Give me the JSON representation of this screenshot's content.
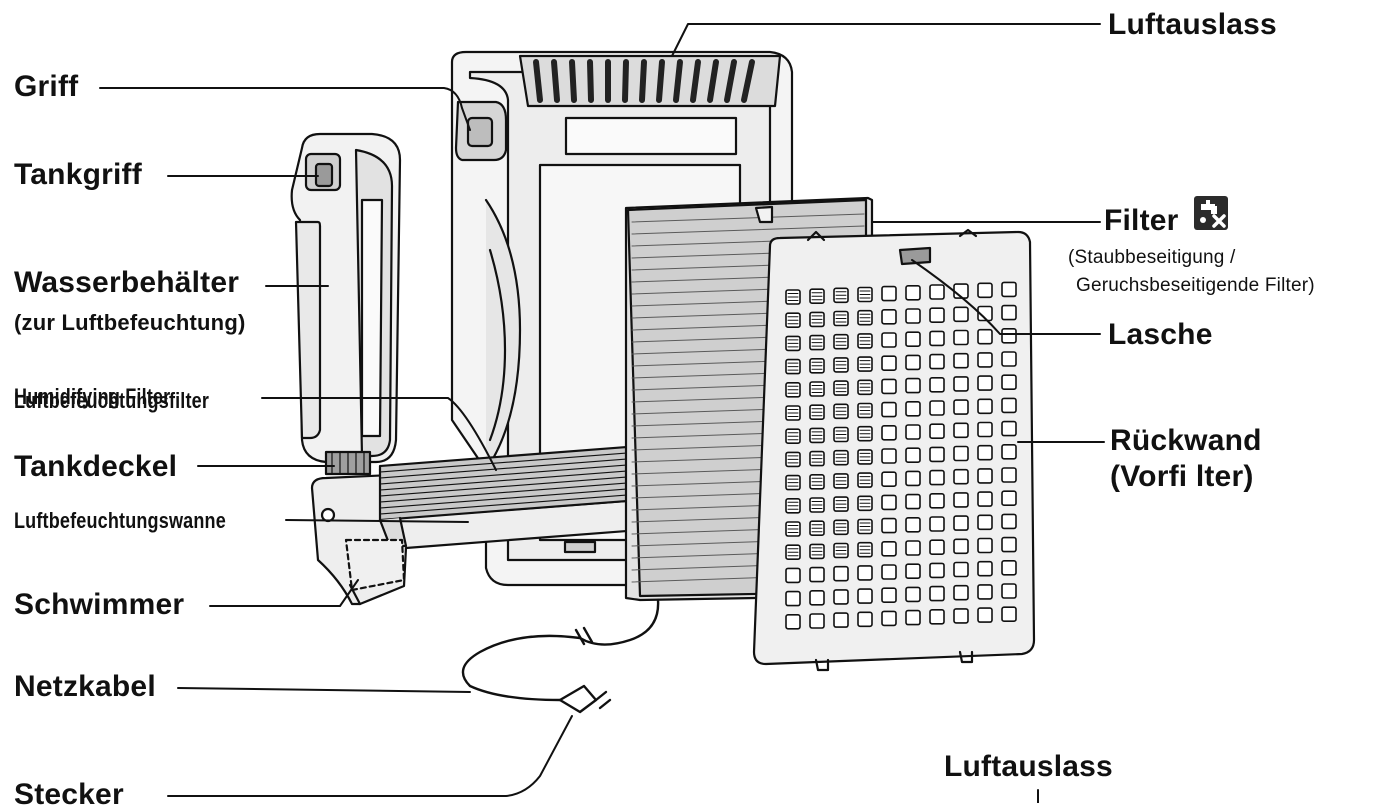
{
  "labels": {
    "luftauslass_top": "Luftauslass",
    "griff": "Griff",
    "tankgriff": "Tankgriff",
    "filter": "Filter",
    "filter_desc_1": "(Staubbeseitigung /",
    "filter_desc_2": "Geruchsbeseitigende Filter)",
    "wasserbehaelter": "Wasserbehälter",
    "wasserbehaelter_sub": "(zur Luftbefeuchtung)",
    "lasche": "Lasche",
    "humidifying_filter_en": "Humidifying Filter",
    "humidifying_filter_de": "Luftbefeuchtungsfilter",
    "rueckwand_1": "Rückwand",
    "rueckwand_2": "(Vorfi lter)",
    "tankdeckel": "Tankdeckel",
    "luftbefeuchtungswanne": "Luftbefeuchtungswanne",
    "schwimmer": "Schwimmer",
    "netzkabel": "Netzkabel",
    "luftauslass_bottom": "Luftauslass",
    "stecker": "Stecker"
  },
  "icons": {
    "filter_badge": "water-tap-crossed-icon"
  },
  "colors": {
    "ink": "#111111",
    "badge": "#2b2b2b"
  }
}
